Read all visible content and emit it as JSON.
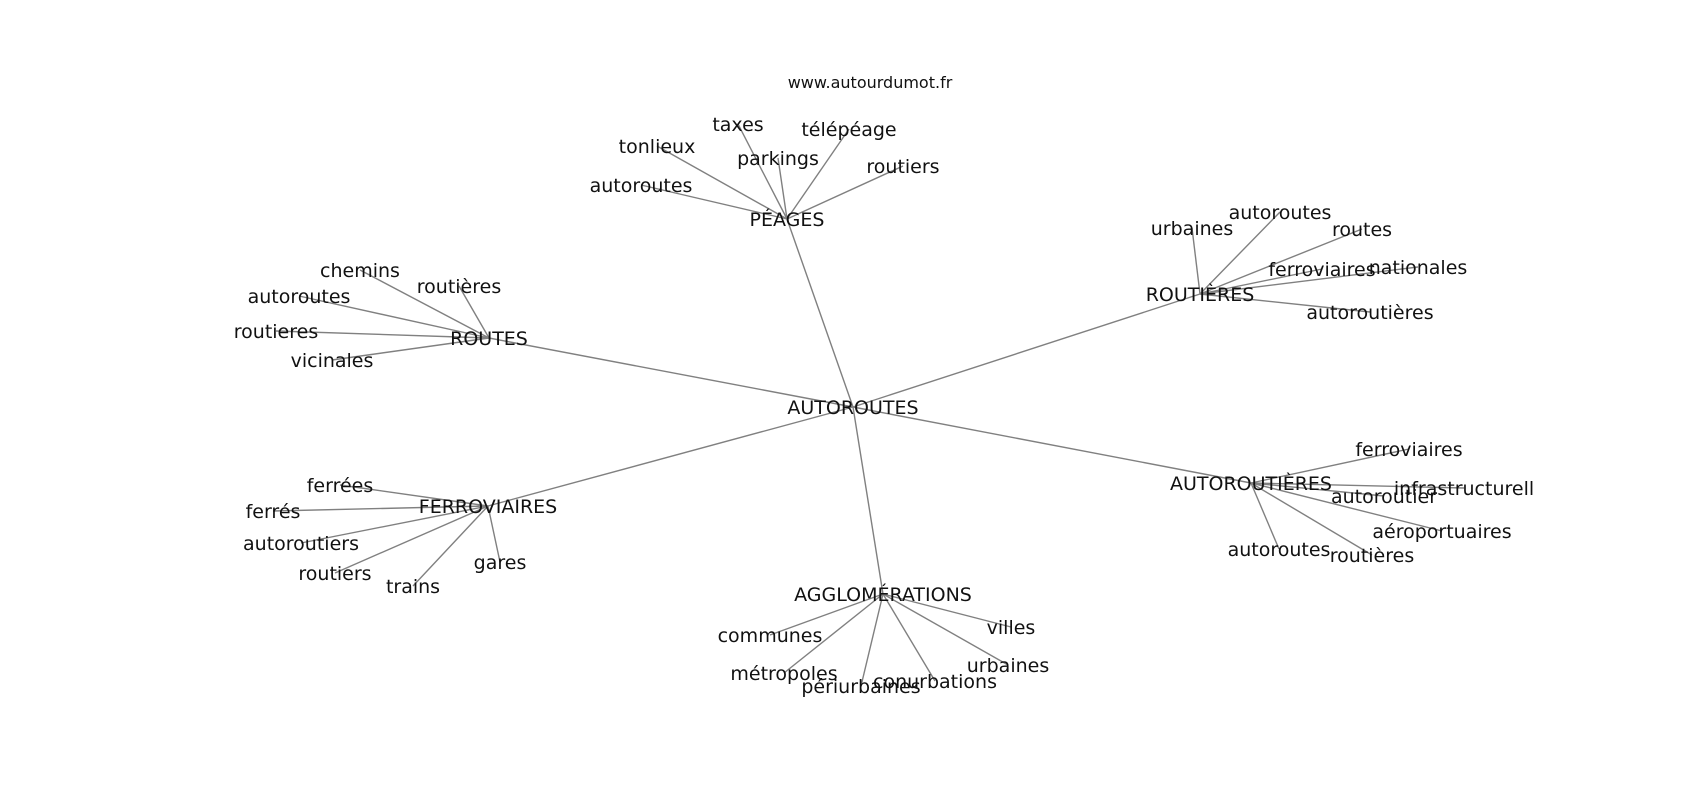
{
  "source": "www.autourdumot.fr",
  "colors": {
    "edge": "#808080",
    "text": "#111111",
    "background": "#ffffff"
  },
  "center": "AUTOROUTES",
  "clusters": [
    {
      "hub": "PÉAGES",
      "leaves": [
        "taxes",
        "télépéage",
        "tonlieux",
        "parkings",
        "routiers",
        "autoroutes"
      ]
    },
    {
      "hub": "ROUTIÈRES",
      "leaves": [
        "urbaines",
        "autoroutes",
        "routes",
        "ferroviaires",
        "nationales",
        "autoroutières"
      ]
    },
    {
      "hub": "ROUTES",
      "leaves": [
        "chemins",
        "routières",
        "autoroutes",
        "routieres",
        "vicinales"
      ]
    },
    {
      "hub": "AUTOROUTIÈRES",
      "leaves": [
        "ferroviaires",
        "infrastructurell",
        "autoroutier",
        "aéroportuaires",
        "autoroutes",
        "routières"
      ]
    },
    {
      "hub": "FERROVIAIRES",
      "leaves": [
        "ferrées",
        "ferrés",
        "autoroutiers",
        "routiers",
        "gares",
        "trains"
      ]
    },
    {
      "hub": "AGGLOMÉRATIONS",
      "leaves": [
        "communes",
        "villes",
        "urbaines",
        "métropoles",
        "conurbations",
        "périurbaines"
      ]
    }
  ]
}
